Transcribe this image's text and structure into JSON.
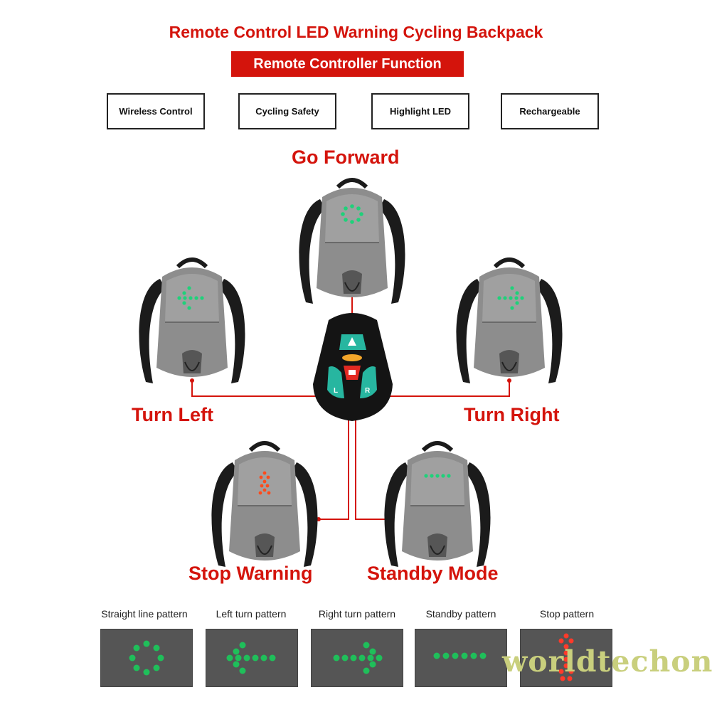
{
  "title": "Remote Control LED Warning Cycling Backpack",
  "banner": "Remote Controller Function",
  "features": [
    "Wireless Control",
    "Cycling Safety",
    "Highlight LED",
    "Rechargeable"
  ],
  "modes": {
    "forward": "Go Forward",
    "left": "Turn Left",
    "right": "Turn Right",
    "stop": "Stop Warning",
    "standby": "Standby Mode"
  },
  "remote": {
    "left_key": "L",
    "right_key": "R"
  },
  "patterns": [
    "Straight line pattern",
    "Left turn pattern",
    "Right turn pattern",
    "Standby pattern",
    "Stop pattern"
  ],
  "watermark": "worldtechon",
  "colors": {
    "accent_red": "#d4140c",
    "led_green": "#1fd17a",
    "led_red": "#ff3a2a",
    "panel_gray": "#555555",
    "watermark": "#c9cf7d"
  }
}
